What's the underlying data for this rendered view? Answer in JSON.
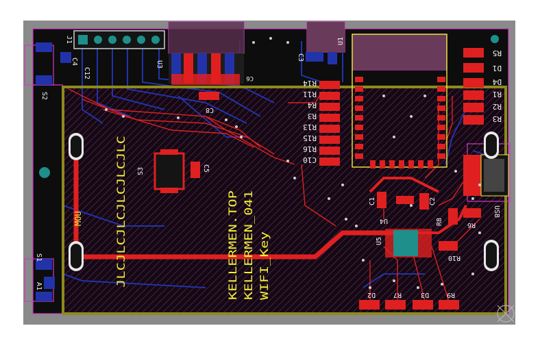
{
  "colors": {
    "outer_frame": "#8a8a8a",
    "board": "#111111",
    "hatch": "#5a2a4a",
    "top_copper": "#e02020",
    "bottom_copper": "#2233aa",
    "silkscreen": "#f2ee3c",
    "magenta_outline": "#d23cc8",
    "olive_outline": "#8e8a1c",
    "teal_pad": "#1e8f8a"
  },
  "board_text": {
    "vertical_jlc": "JLCJLCJLCJLCJLCJLC",
    "kellermen_top": "KELLERMEN.TOP",
    "kellermen_041": "KELLERMEN_041",
    "wifi_key": "WIFI_Key",
    "mount_label": "MOU"
  },
  "designators": {
    "j1": "J1",
    "c4": "C4",
    "c1_2": "C12",
    "u3": "U3",
    "c3": "C3",
    "u1": "U1",
    "s2": "S2",
    "c6": "C6",
    "c5": "C5",
    "s3": "S3",
    "c8": "C8",
    "r5": "R5",
    "d1": "D1",
    "d4": "D4",
    "r1": "R1",
    "r2": "R2",
    "r3": "R3",
    "r11": "R11",
    "r14": "R14",
    "r13": "R13",
    "r4": "R4",
    "r15": "R15",
    "r16": "R16",
    "c10": "C10",
    "c1": "C1",
    "c2": "C2",
    "u4": "U4",
    "r8": "R8",
    "r6": "R6",
    "u5": "U5",
    "r10": "R10",
    "d2": "D2",
    "r7": "R7",
    "d3": "D3",
    "r9": "R9",
    "a1": "A1",
    "s1": "S1",
    "usb": "USB"
  }
}
